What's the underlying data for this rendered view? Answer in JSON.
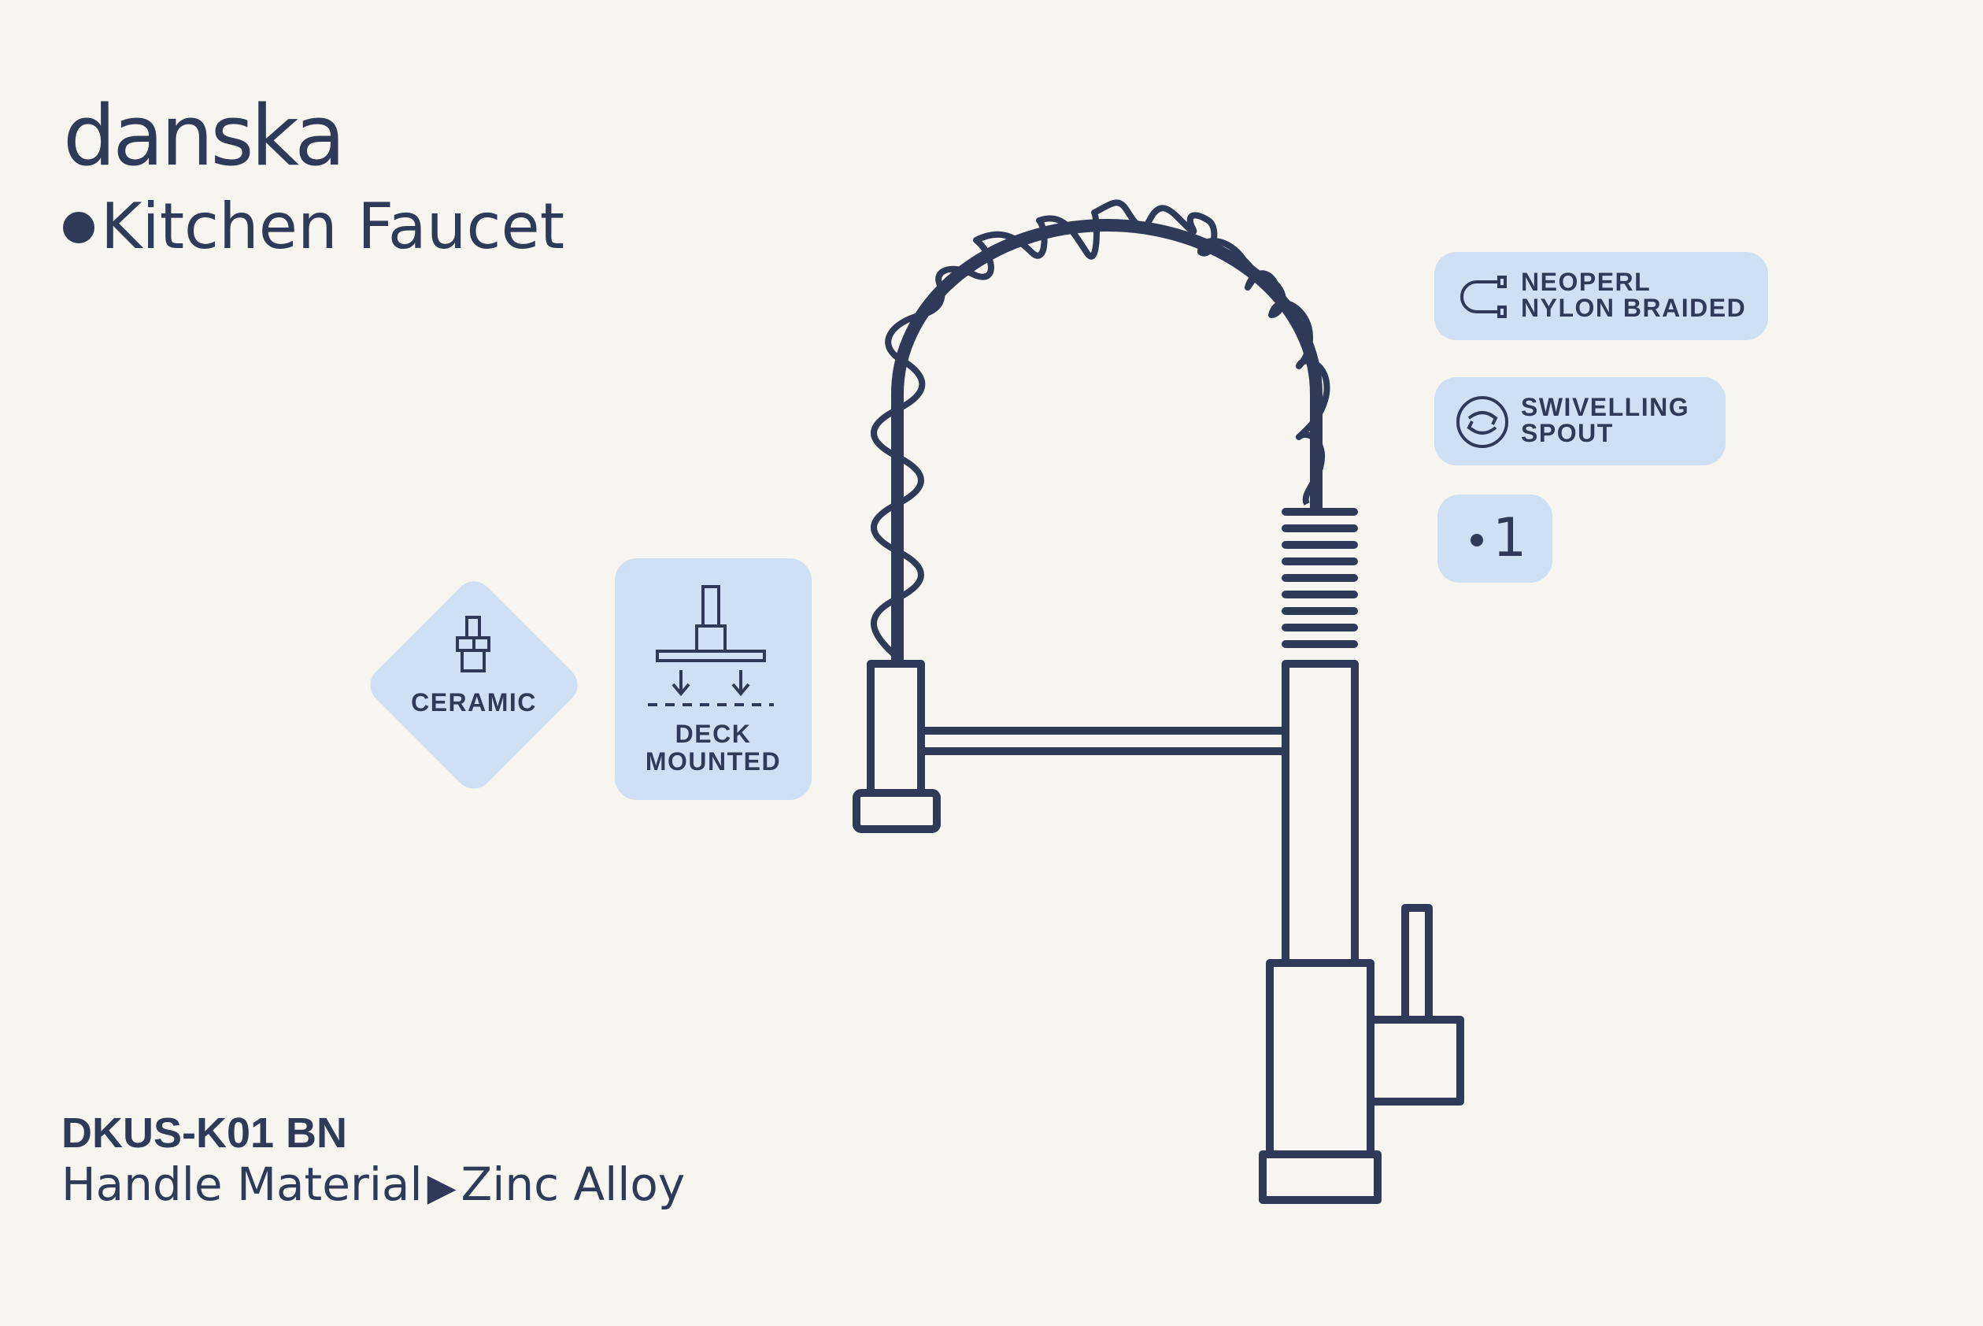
{
  "brand": {
    "logo_text": "danska",
    "product_line": "Kitchen Faucet"
  },
  "product": {
    "model": "DKUS-K01 BN",
    "handle_label": "Handle Material",
    "handle_value": "Zinc Alloy"
  },
  "badges": {
    "hose": {
      "line1": "NEOPERL",
      "line2": "NYLON BRAIDED",
      "icon": "braided-hose-icon"
    },
    "spout": {
      "line1": "SWIVELLING",
      "line2": "SPOUT",
      "icon": "rotate-icon"
    },
    "handles": {
      "value": "1"
    },
    "cartridge": {
      "label": "CERAMIC",
      "icon": "cartridge-icon"
    },
    "mounting": {
      "line1": "DECK",
      "line2": "MOUNTED",
      "icon": "deck-mount-icon"
    }
  },
  "colors": {
    "background": "#f7f5f0",
    "ink": "#2f3a58",
    "badge": "#cfdff4"
  }
}
